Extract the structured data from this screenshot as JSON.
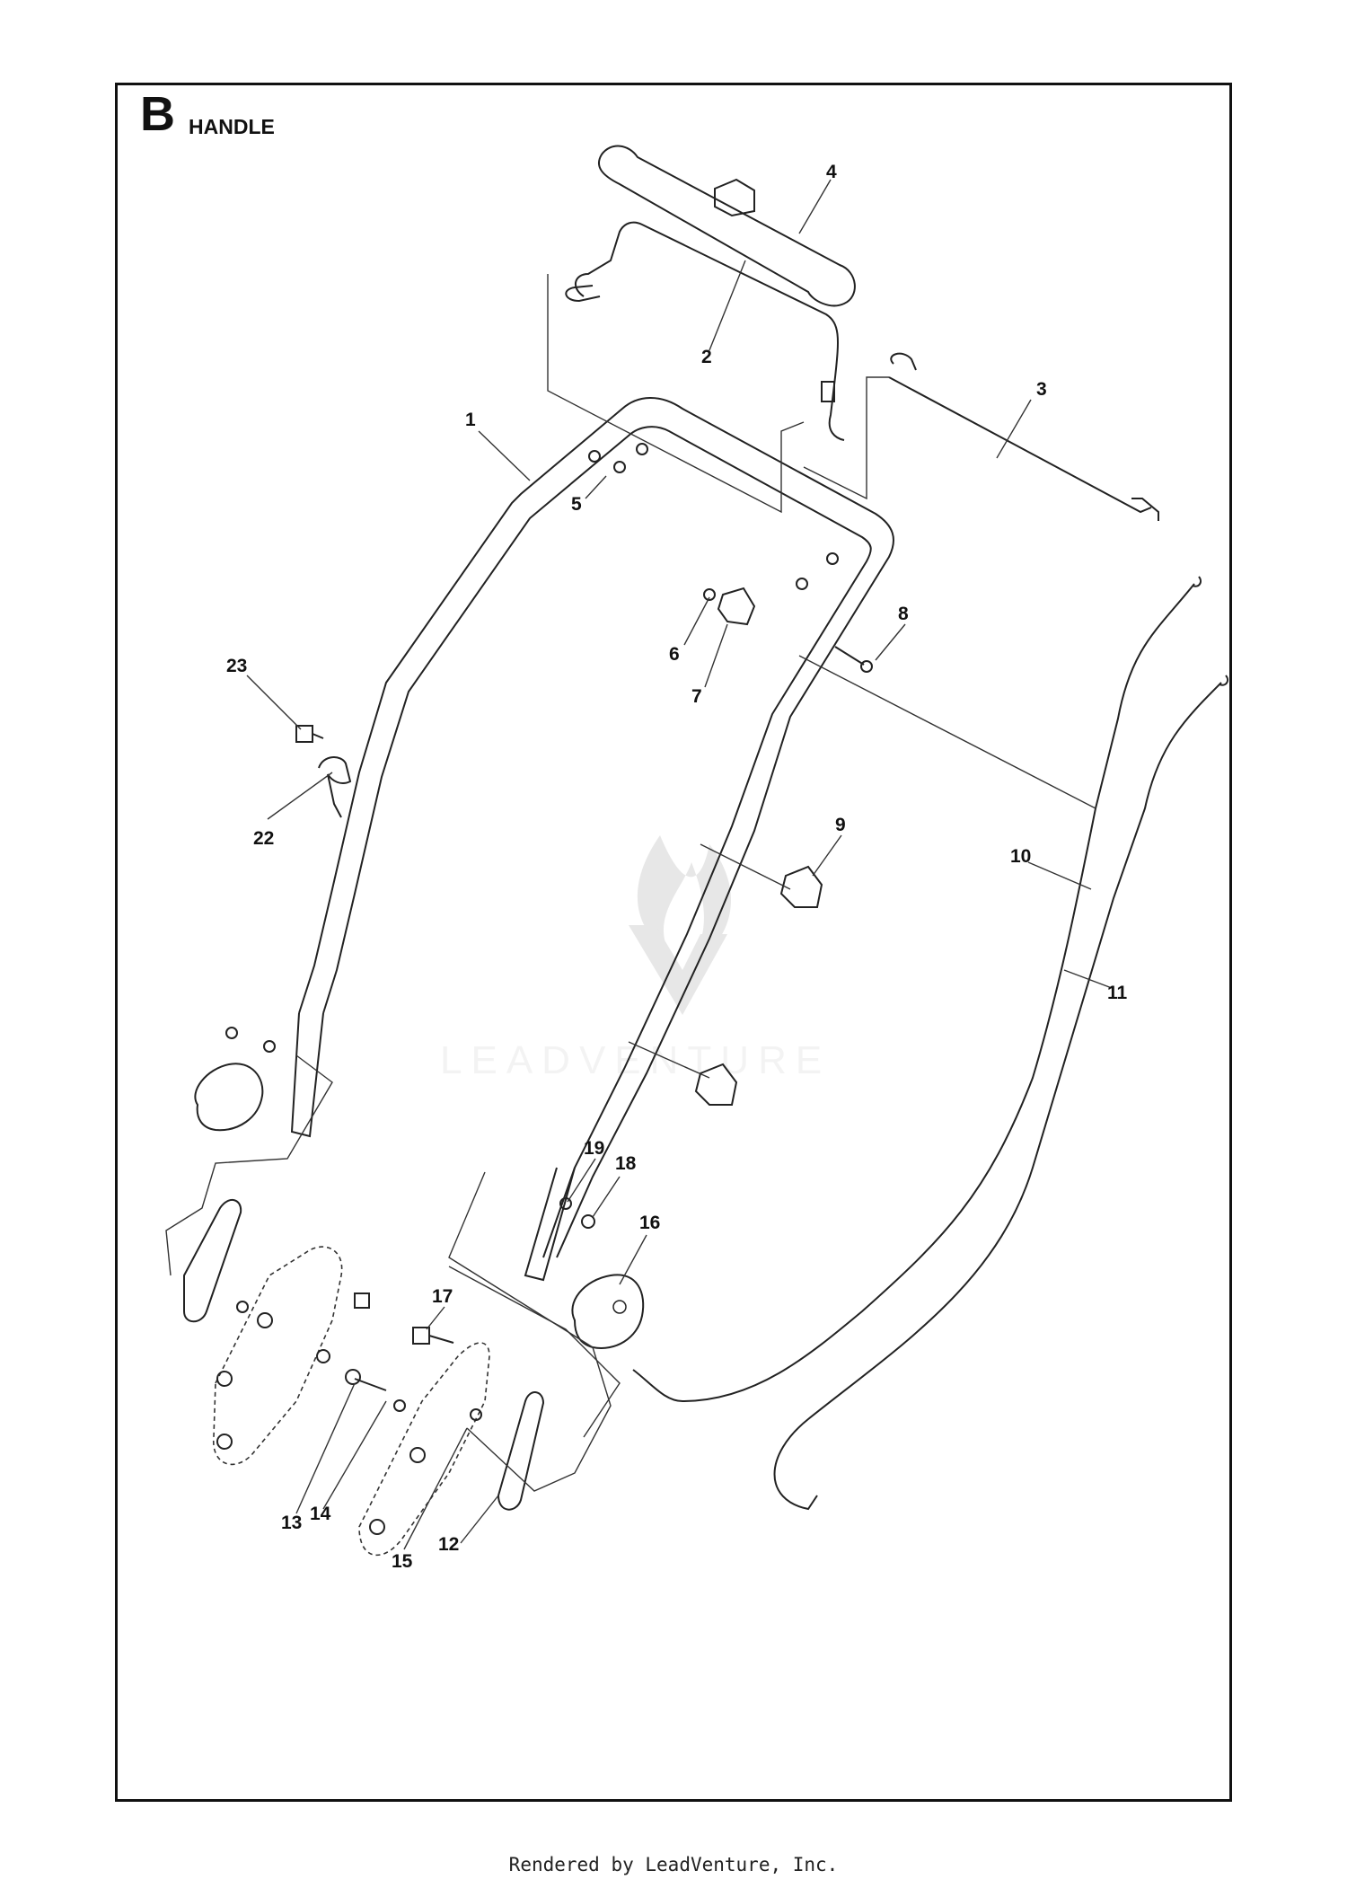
{
  "section": {
    "letter": "B",
    "title": "HANDLE"
  },
  "watermark": "LEADVENTURE",
  "footer": "Rendered by LeadVenture, Inc.",
  "callouts": [
    {
      "id": "1",
      "label": "1"
    },
    {
      "id": "2",
      "label": "2"
    },
    {
      "id": "3",
      "label": "3"
    },
    {
      "id": "4",
      "label": "4"
    },
    {
      "id": "5",
      "label": "5"
    },
    {
      "id": "6",
      "label": "6"
    },
    {
      "id": "7",
      "label": "7"
    },
    {
      "id": "8",
      "label": "8"
    },
    {
      "id": "9",
      "label": "9"
    },
    {
      "id": "10",
      "label": "10"
    },
    {
      "id": "11",
      "label": "11"
    },
    {
      "id": "12",
      "label": "12"
    },
    {
      "id": "13",
      "label": "13"
    },
    {
      "id": "14",
      "label": "14"
    },
    {
      "id": "15",
      "label": "15"
    },
    {
      "id": "16",
      "label": "16"
    },
    {
      "id": "17",
      "label": "17"
    },
    {
      "id": "18",
      "label": "18"
    },
    {
      "id": "19",
      "label": "19"
    },
    {
      "id": "22",
      "label": "22"
    },
    {
      "id": "23",
      "label": "23"
    }
  ]
}
